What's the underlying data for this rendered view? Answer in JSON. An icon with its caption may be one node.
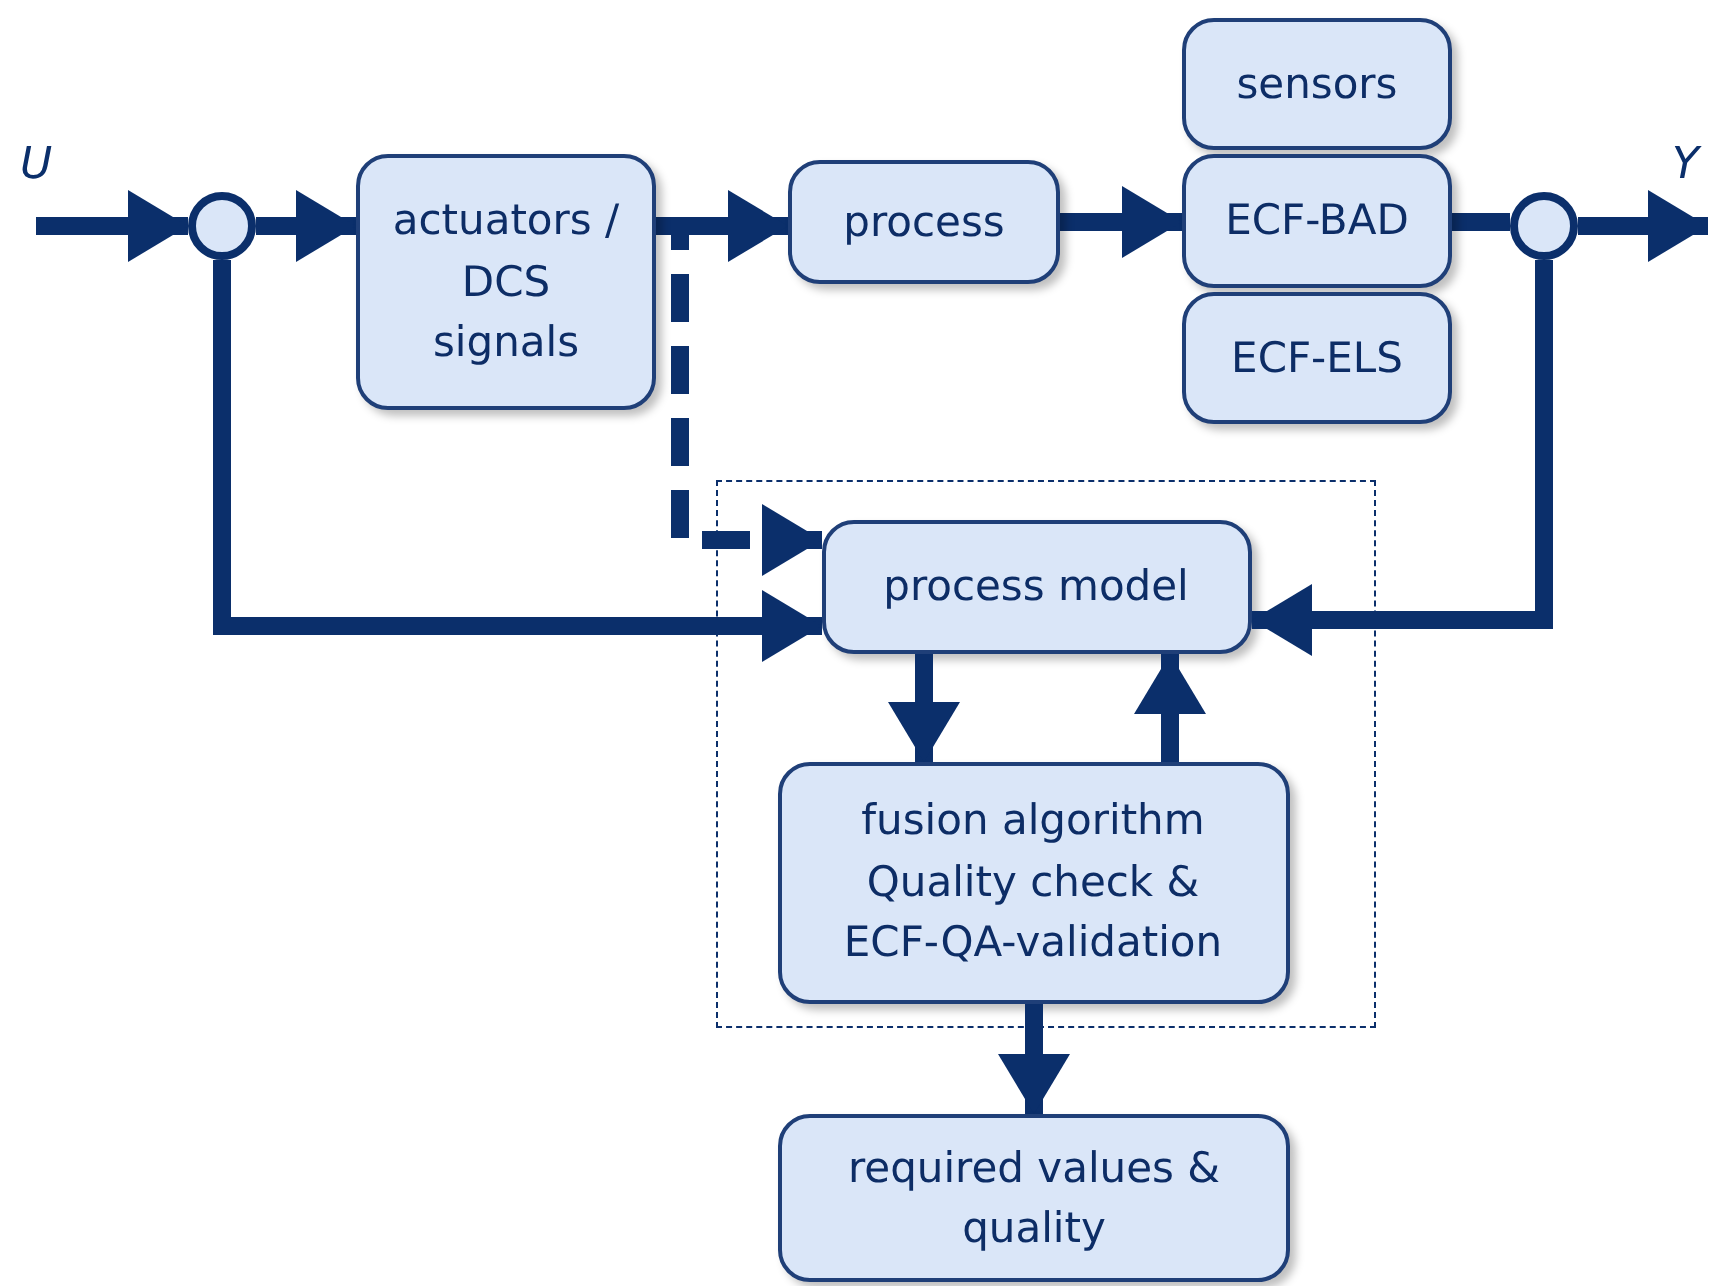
{
  "diagram": {
    "nodes": [
      {
        "text": [],
        "shape": "circle"
      },
      {
        "text": [
          "actuators / DCS signals"
        ]
      },
      {
        "text": [
          "process"
        ]
      },
      {
        "text": [
          "sensors"
        ]
      },
      {
        "text": [
          "ECF-BAD"
        ]
      },
      {
        "text": [
          "ECF-ELS"
        ]
      },
      {
        "text": [],
        "shape": "circle"
      },
      {
        "text": [],
        "shape": "box"
      },
      {
        "text": [
          "process model"
        ],
        "in": 7
      },
      {
        "text": [
          "fusion algorithm Quality check & ECF-QA-validation"
        ],
        "in": 7
      },
      {
        "text": [
          "required values & quality"
        ]
      }
    ],
    "edges": [
      {
        "from": null,
        "to": 0,
        "arrow": "to"
      },
      {
        "from": 0,
        "to": 1,
        "arrow": "to"
      },
      {
        "from": 1,
        "to": 2,
        "arrow": "to"
      },
      {
        "from": 2,
        "to": 4,
        "arrow": "to"
      },
      {
        "from": 4,
        "to": 6,
        "arrow": "none"
      },
      {
        "from": 6,
        "to": null,
        "arrow": "to"
      },
      {
        "from": 1,
        "to": 8,
        "arrow": "to",
        "style": "dashed"
      },
      {
        "from": 0,
        "to": 8,
        "arrow": "to"
      },
      {
        "from": 6,
        "to": 8,
        "arrow": "to"
      },
      {
        "from": 8,
        "to": 9,
        "arrow": "to"
      },
      {
        "from": 9,
        "to": 8,
        "arrow": "to"
      },
      {
        "from": 9,
        "to": 10,
        "arrow": "to"
      }
    ],
    "labels": [
      "U",
      "Y"
    ]
  }
}
